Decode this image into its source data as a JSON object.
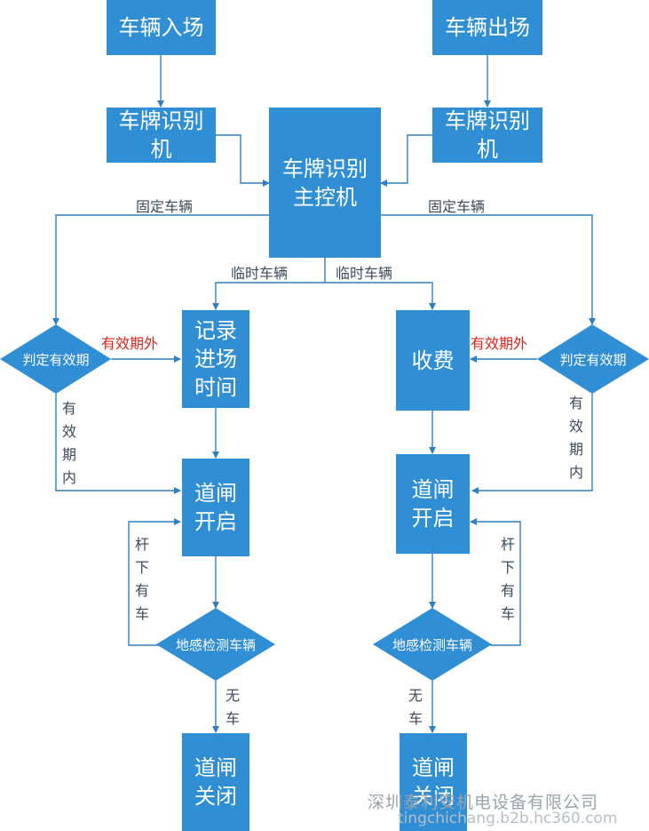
{
  "nodes": {
    "entry": "车辆入场",
    "exit": "车辆出场",
    "lpr_left": "车牌识别\n机",
    "lpr_right": "车牌识别\n机",
    "main": "车牌识别\n主控机",
    "record": "记录\n进场\n时间",
    "fee": "收费",
    "open_left": "道闸\n开启",
    "open_right": "道闸\n开启",
    "close_left": "道闸\n关闭",
    "close_right": "道闸\n关闭",
    "validity_left": "判定有效期",
    "validity_right": "判定有效期",
    "sensor_left": "地感检测车辆",
    "sensor_right": "地感检测车辆"
  },
  "edge_labels": {
    "fixed_left": "固定车辆",
    "fixed_right": "固定车辆",
    "temp_left": "临时车辆",
    "temp_right": "临时车辆",
    "expired_left": "有效期外",
    "expired_right": "有效期外",
    "valid_left": "有\n效\n期\n内",
    "valid_right": "有\n效\n期\n内",
    "car_under_left": "杆\n下\n有\n车",
    "car_under_right": "杆\n下\n有\n车",
    "no_car_left": "无\n车",
    "no_car_right": "无\n车"
  },
  "watermark": {
    "company": "深圳泰利安机电设备有限公司",
    "site": "tingchichang.b2b.hc360.com"
  },
  "colors": {
    "box": "#2f8ed4",
    "line": "#2f7fc1",
    "red_label": "#d9251c"
  }
}
